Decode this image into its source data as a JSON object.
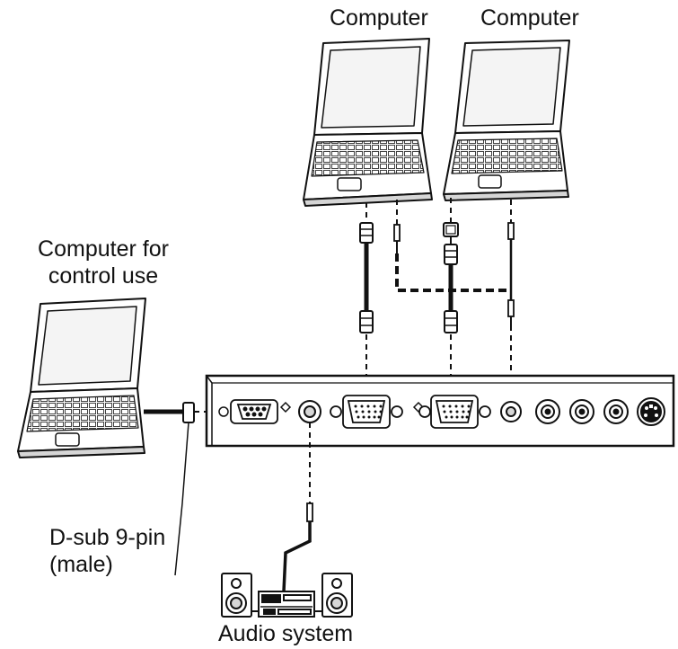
{
  "labels": {
    "computer_1": "Computer",
    "computer_2": "Computer",
    "control_line1": "Computer for",
    "control_line2": "control use",
    "dsub_line1": "D-sub 9-pin",
    "dsub_line2": "(male)",
    "audio": "Audio system"
  },
  "colors": {
    "ink": "#111111",
    "paper": "#ffffff",
    "fill_light": "#f2f2f2",
    "fill_mid": "#d6d6d6"
  }
}
